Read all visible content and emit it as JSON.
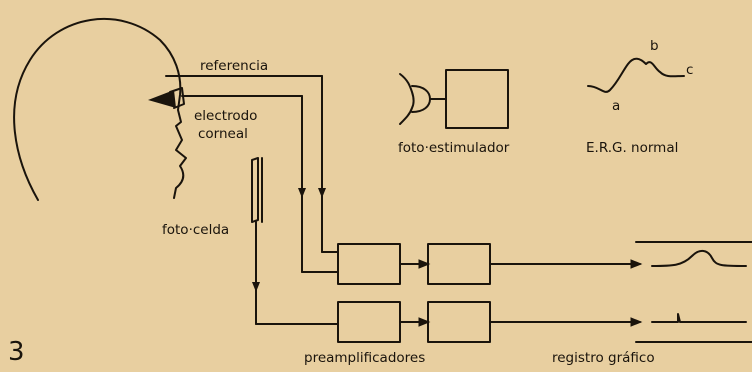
{
  "figure_number": "3",
  "labels": {
    "referencia": "referencia",
    "electrodo": "electrodo",
    "corneal": "corneal",
    "foto_celda": "foto·celda",
    "foto_estimulador": "foto·estimulador",
    "erg_normal": "E.R.G. normal",
    "wave_a": "a",
    "wave_b": "b",
    "wave_c": "c",
    "preamplificadores": "preamplificadores",
    "registro_grafico": "registro gráfico"
  },
  "colors": {
    "ink": "#1a140c",
    "paper": "#e8cfa0"
  }
}
